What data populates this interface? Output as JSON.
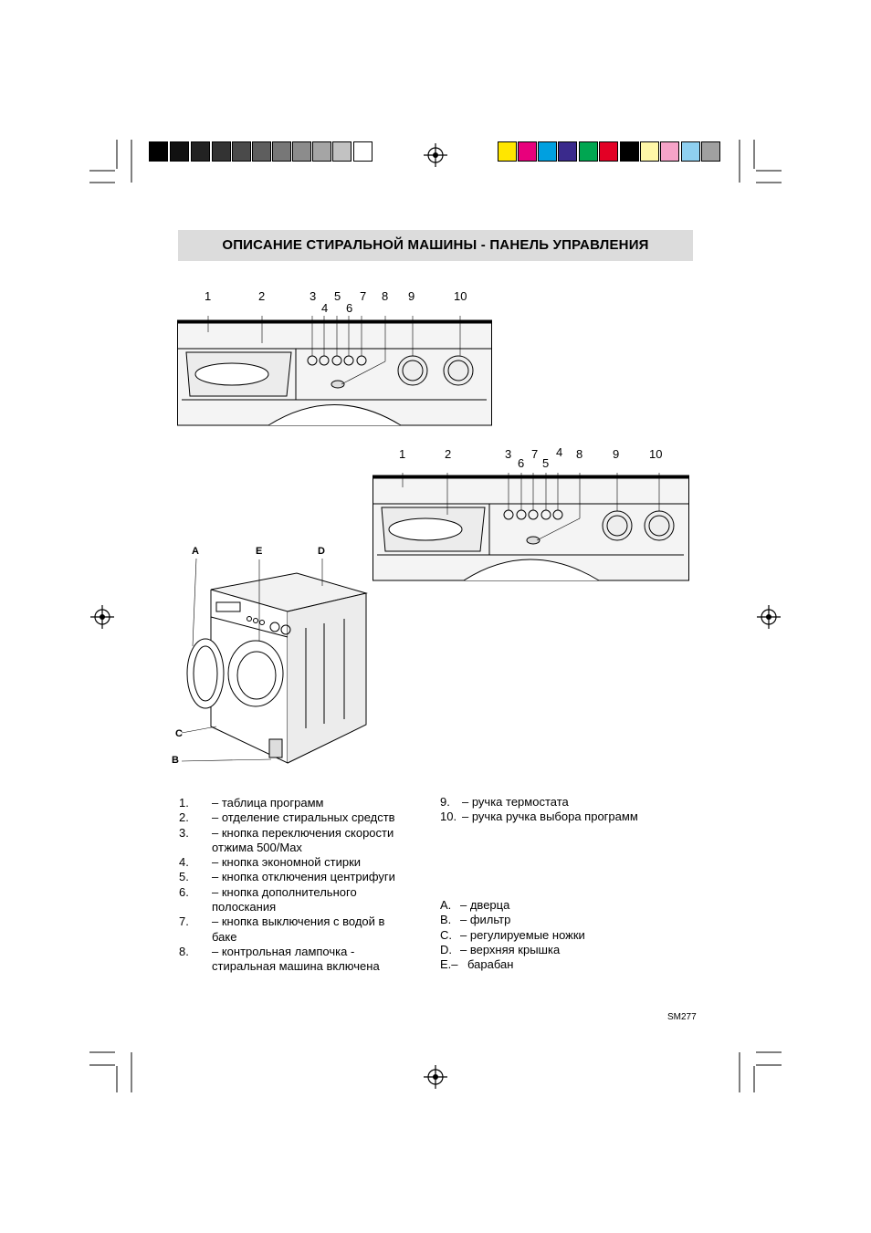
{
  "title": "ОПИСАНИЕ СТИРАЛЬНОЙ МАШИНЫ - ПАНЕЛЬ УПРАВЛЕНИЯ",
  "colors": {
    "gray_bar": [
      "#000000",
      "#111111",
      "#222222",
      "#333333",
      "#4a4a4a",
      "#5e5e5e",
      "#777777",
      "#8c8c8c",
      "#a5a5a5",
      "#c2c2c2",
      "#dedede",
      "#ffffff"
    ],
    "color_bar": [
      "#ffe600",
      "#e8007c",
      "#00a0e0",
      "#3a2a8c",
      "#00a651",
      "#e30025",
      "#000000",
      "#fff7a8",
      "#f6a3c8",
      "#8fd0f0",
      "#a0a0a0"
    ],
    "title_band": "#dcdcdc"
  },
  "panel_top": {
    "callouts": [
      "1",
      "2",
      "3",
      "4",
      "5",
      "6",
      "7",
      "8",
      "9",
      "10"
    ]
  },
  "panel_bottom": {
    "callouts": [
      "1",
      "2",
      "3",
      "6",
      "7",
      "4",
      "5",
      "8",
      "9",
      "10"
    ]
  },
  "machine": {
    "callouts": [
      "A",
      "E",
      "D",
      "C",
      "B"
    ]
  },
  "legend_numbers": [
    {
      "num": "1.",
      "lines": [
        "– таблица программ"
      ]
    },
    {
      "num": "2.",
      "lines": [
        "– отделение стиральных средств"
      ]
    },
    {
      "num": "3.",
      "lines": [
        "– кнопка переключения скорости",
        "отжима 500/Max"
      ]
    },
    {
      "num": "4.",
      "lines": [
        "– кнопка экономной стирки"
      ]
    },
    {
      "num": "5.",
      "lines": [
        "– кнопка отключения центрифуги"
      ]
    },
    {
      "num": "6.",
      "lines": [
        "– кнопка дополнительного",
        "полоскания"
      ]
    },
    {
      "num": "7.",
      "lines": [
        "– кнопка выключения с водой в",
        "баке"
      ]
    },
    {
      "num": "8.",
      "lines": [
        "– контрольная лампочка -",
        "стиральная машина включена"
      ]
    }
  ],
  "legend_numbers_right": [
    {
      "num": "9.",
      "text": "– ручка термостата"
    },
    {
      "num": "10.",
      "text": "– ручка ручка выбора программ"
    }
  ],
  "legend_letters": [
    {
      "num": "A.",
      "text": "– дверца"
    },
    {
      "num": "B.",
      "text": "– фильтр"
    },
    {
      "num": "C.",
      "text": "– регулируемые ножки"
    },
    {
      "num": "D.",
      "text": "– верхняя крышка"
    },
    {
      "num": "E.–",
      "text": "барабан"
    }
  ],
  "code": "SM277"
}
